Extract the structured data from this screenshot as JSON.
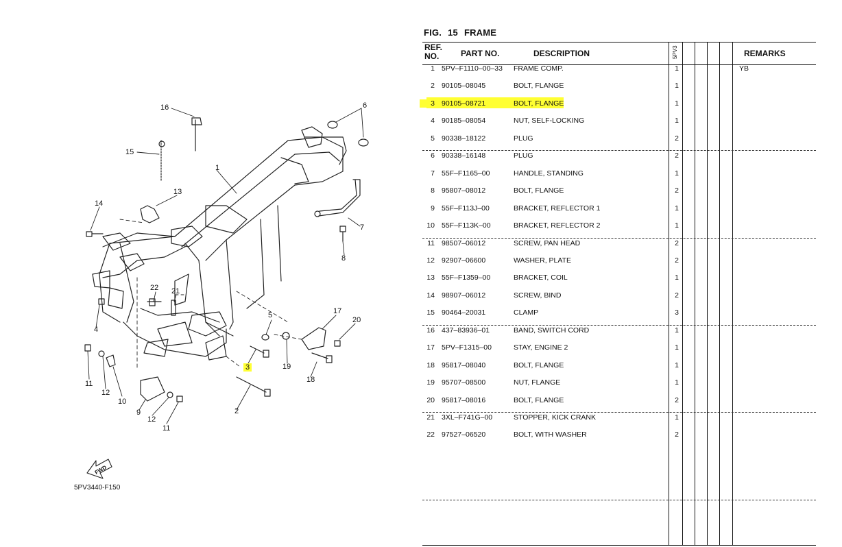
{
  "figure": {
    "label": "FIG.",
    "number": "15",
    "name": "FRAME"
  },
  "drawing_code": "5PV3440-F150",
  "fwd_label": "FWD",
  "headers": {
    "ref_line1": "REF.",
    "ref_line2": "NO.",
    "part_no": "PART NO.",
    "description": "DESCRIPTION",
    "model": "5PV3",
    "remarks": "REMARKS"
  },
  "callouts": {
    "c1": "1",
    "c2": "2",
    "c3": "3",
    "c4": "4",
    "c5": "5",
    "c6": "6",
    "c7": "7",
    "c8": "8",
    "c9": "9",
    "c10": "10",
    "c11a": "11",
    "c11b": "11",
    "c12a": "12",
    "c12b": "12",
    "c13": "13",
    "c14": "14",
    "c15": "15",
    "c16": "16",
    "c17": "17",
    "c18": "18",
    "c19": "19",
    "c20": "20",
    "c21": "21",
    "c22": "22"
  },
  "highlight_color": "#ffff33",
  "parts": [
    {
      "ref": "1",
      "part_no": "5PV–F1110–00–33",
      "description": "FRAME COMP.",
      "qty": "1",
      "remarks": "YB"
    },
    {
      "ref": "2",
      "part_no": "90105–08045",
      "description": "BOLT, FLANGE",
      "qty": "1",
      "remarks": ""
    },
    {
      "ref": "3",
      "part_no": "90105–08721",
      "description": "BOLT, FLANGE",
      "qty": "1",
      "remarks": ""
    },
    {
      "ref": "4",
      "part_no": "90185–08054",
      "description": "NUT, SELF-LOCKING",
      "qty": "1",
      "remarks": ""
    },
    {
      "ref": "5",
      "part_no": "90338–18122",
      "description": "PLUG",
      "qty": "2",
      "remarks": ""
    },
    {
      "ref": "6",
      "part_no": "90338–16148",
      "description": "PLUG",
      "qty": "2",
      "remarks": ""
    },
    {
      "ref": "7",
      "part_no": "55F–F1165–00",
      "description": "HANDLE, STANDING",
      "qty": "1",
      "remarks": ""
    },
    {
      "ref": "8",
      "part_no": "95807–08012",
      "description": "BOLT, FLANGE",
      "qty": "2",
      "remarks": ""
    },
    {
      "ref": "9",
      "part_no": "55F–F113J–00",
      "description": "BRACKET, REFLECTOR 1",
      "qty": "1",
      "remarks": ""
    },
    {
      "ref": "10",
      "part_no": "55F–F113K–00",
      "description": "BRACKET, REFLECTOR 2",
      "qty": "1",
      "remarks": ""
    },
    {
      "ref": "11",
      "part_no": "98507–06012",
      "description": "SCREW, PAN HEAD",
      "qty": "2",
      "remarks": ""
    },
    {
      "ref": "12",
      "part_no": "92907–06600",
      "description": "WASHER, PLATE",
      "qty": "2",
      "remarks": ""
    },
    {
      "ref": "13",
      "part_no": "55F–F1359–00",
      "description": "BRACKET, COIL",
      "qty": "1",
      "remarks": ""
    },
    {
      "ref": "14",
      "part_no": "98907–06012",
      "description": "SCREW, BIND",
      "qty": "2",
      "remarks": ""
    },
    {
      "ref": "15",
      "part_no": "90464–20031",
      "description": "CLAMP",
      "qty": "3",
      "remarks": ""
    },
    {
      "ref": "16",
      "part_no": "437–83936–01",
      "description": "BAND, SWITCH CORD",
      "qty": "1",
      "remarks": ""
    },
    {
      "ref": "17",
      "part_no": "5PV–F1315–00",
      "description": "STAY, ENGINE 2",
      "qty": "1",
      "remarks": ""
    },
    {
      "ref": "18",
      "part_no": "95817–08040",
      "description": "BOLT, FLANGE",
      "qty": "1",
      "remarks": ""
    },
    {
      "ref": "19",
      "part_no": "95707–08500",
      "description": "NUT, FLANGE",
      "qty": "1",
      "remarks": ""
    },
    {
      "ref": "20",
      "part_no": "95817–08016",
      "description": "BOLT, FLANGE",
      "qty": "2",
      "remarks": ""
    },
    {
      "ref": "21",
      "part_no": "3XL–F741G–00",
      "description": "STOPPER, KICK CRANK",
      "qty": "1",
      "remarks": ""
    },
    {
      "ref": "22",
      "part_no": "97527–06520",
      "description": "BOLT, WITH WASHER",
      "qty": "2",
      "remarks": ""
    }
  ]
}
